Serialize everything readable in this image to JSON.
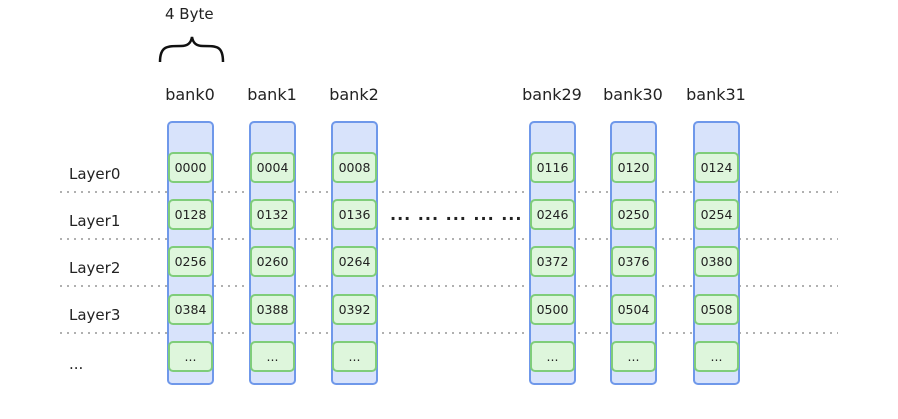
{
  "width_label": "4 Byte",
  "banks": [
    {
      "label": "bank0",
      "cells": [
        "0000",
        "0128",
        "0256",
        "0384",
        "..."
      ]
    },
    {
      "label": "bank1",
      "cells": [
        "0004",
        "0132",
        "0260",
        "0388",
        "..."
      ]
    },
    {
      "label": "bank2",
      "cells": [
        "0008",
        "0136",
        "0264",
        "0392",
        "..."
      ]
    },
    {
      "label": "bank29",
      "cells": [
        "0116",
        "0246",
        "0372",
        "0500",
        "..."
      ]
    },
    {
      "label": "bank30",
      "cells": [
        "0120",
        "0250",
        "0376",
        "0504",
        "..."
      ]
    },
    {
      "label": "bank31",
      "cells": [
        "0124",
        "0254",
        "0380",
        "0508",
        "..."
      ]
    }
  ],
  "layers": [
    "Layer0",
    "Layer1",
    "Layer2",
    "Layer3",
    "..."
  ],
  "gap_marker": "··· ··· ··· ··· ···",
  "colors": {
    "bank_fill": "#d8e3fb",
    "bank_border": "#6f98ea",
    "cell_fill": "#def6dc",
    "cell_border": "#7fcd7a",
    "separator": "#b0b0b0"
  }
}
